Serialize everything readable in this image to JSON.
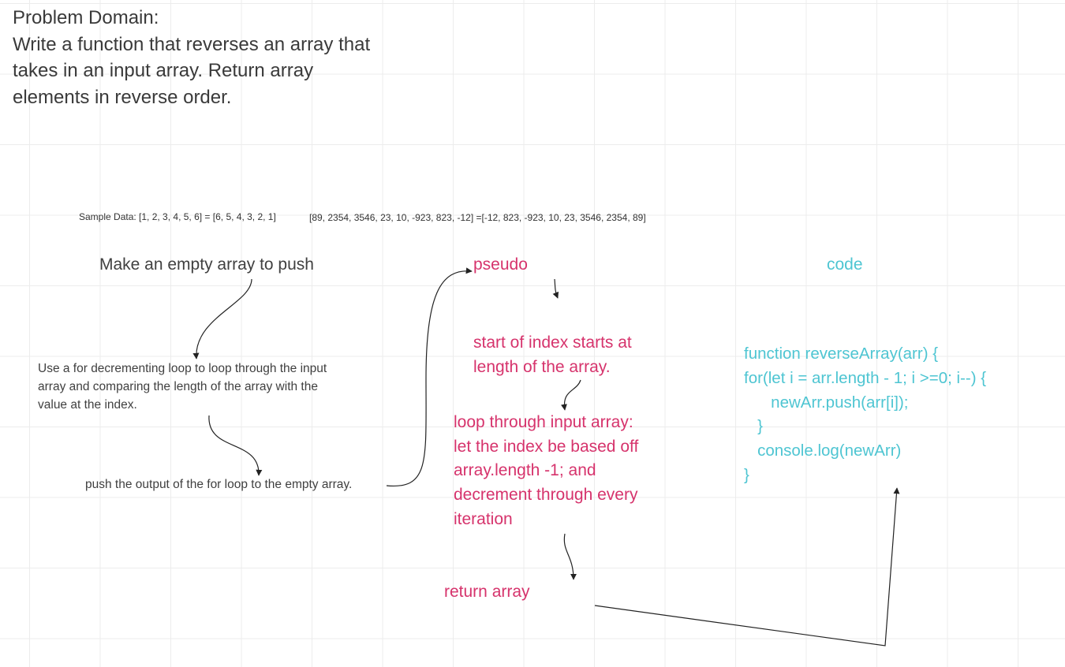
{
  "problem": {
    "lines": [
      "Problem Domain:",
      "Write a function that reverses an array that",
      "takes in an input array. Return array",
      "elements in reverse order."
    ]
  },
  "samples": {
    "first": "Sample Data: [1, 2, 3, 4, 5, 6] = [6, 5, 4, 3, 2, 1]",
    "second": "[89, 2354, 3546, 23, 10, -923, 823, -12] =[-12, 823, -923, 10, 23, 3546, 2354, 89]"
  },
  "steps": {
    "empty_array": "Make an empty array to push",
    "loop_lines": [
      "Use a for decrementing loop to loop through the input",
      "array and comparing the length of the array with the",
      "value at the index."
    ],
    "push": "push the output of the for loop to the empty array."
  },
  "pseudo": {
    "label": "pseudo",
    "index_lines": [
      "start of index starts at",
      "length of the array."
    ],
    "loop_lines": [
      "loop through input array:",
      "let the index be based off",
      "array.length -1; and",
      "decrement through every",
      "iteration"
    ],
    "return": "return array"
  },
  "code": {
    "label": "code",
    "lines": [
      "function reverseArray(arr) {",
      "for(let i = arr.length - 1; i >=0; i--) {",
      "      newArr.push(arr[i]);",
      "   }",
      "   console.log(newArr)",
      "}"
    ]
  },
  "colors": {
    "dark_text": "#404040",
    "pink_text": "#d6336c",
    "teal_text": "#4ec5d2",
    "connector": "#222222",
    "grid": "#ececec"
  }
}
